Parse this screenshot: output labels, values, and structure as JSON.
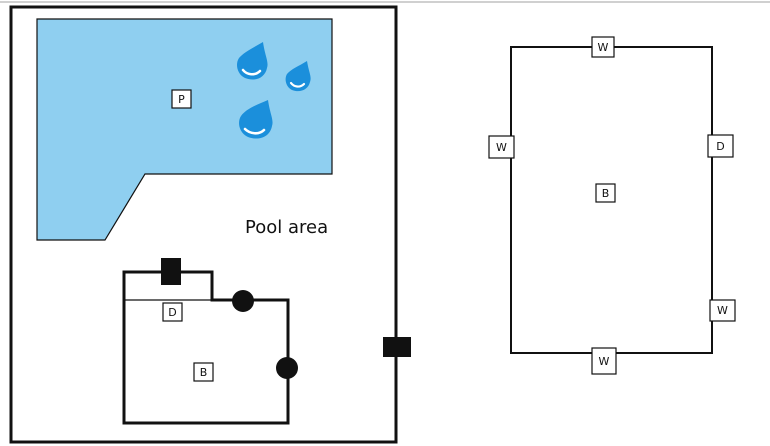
{
  "labels": {
    "pool": "P",
    "pool_area": "Pool area",
    "small_building_door": "D",
    "small_building": "B",
    "building": "B",
    "window_top": "W",
    "window_left": "W",
    "door_right": "D",
    "window_right": "W",
    "window_bottom": "W"
  },
  "colors": {
    "pool_fill": "#8fcff0",
    "water_drop": "#1b8fdb",
    "line": "#111111",
    "border_top": "#cfcfcf"
  },
  "icons": {
    "water_drop": "water-drop-icon",
    "post": "square-post-icon",
    "tree": "round-tree-icon"
  }
}
